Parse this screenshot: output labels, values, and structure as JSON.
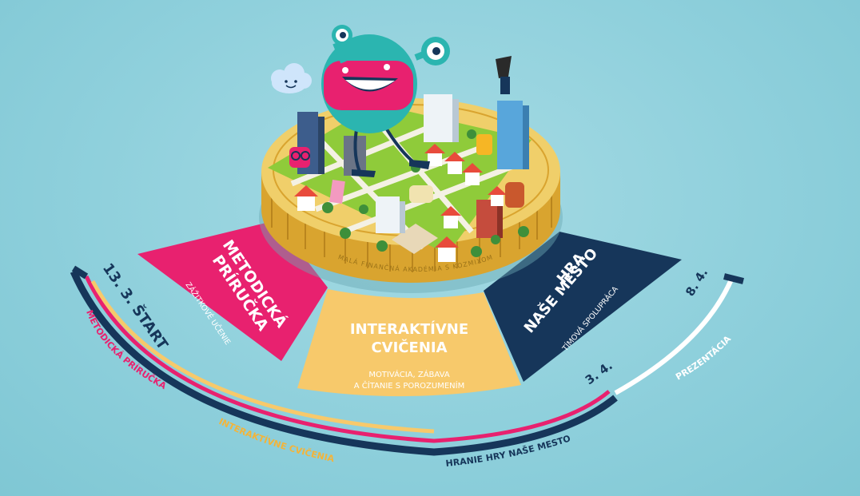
{
  "colors": {
    "background": "#92d1dc",
    "pink": "#e8216f",
    "yellow": "#f7c96b",
    "navy": "#16365a",
    "white": "#ffffff",
    "coin_gold": "#e9b93c",
    "coin_face": "#f0cf6a",
    "map_green": "#8fcb3a"
  },
  "coin": {
    "rim_text": "MALÁ FINANČNÁ AKADÉMIA S KOZMIXOM"
  },
  "segments": {
    "metodicka": {
      "title_line1": "METODICKÁ",
      "title_line2": "PRÍRUČKA",
      "subtitle": "ZÁŽITKOVÉ UČENIE"
    },
    "interaktivne": {
      "title_line1": "INTERAKTÍVNE",
      "title_line2": "CVIČENIA",
      "subtitle_line1": "MOTIVÁCIA, ZÁBAVA",
      "subtitle_line2": "A ČÍTANIE S POROZUMENÍM"
    },
    "hra": {
      "title_line1": "HRA",
      "title_line2": "NAŠE MESTO",
      "subtitle": "TÍMOVÁ SPOLUPRÁCA"
    }
  },
  "timeline": {
    "date_start": "13. 3. ŠTART",
    "date_mid": "3. 4.",
    "date_end": "8. 4.",
    "label_metodicka": "METODICKÁ PRÍRUČKA",
    "label_interaktivne": "INTERAKTÍVNE CVIČENIA",
    "label_hranie": "HRANIE HRY NAŠE MESTO",
    "label_prezentacia": "PREZENTÁCIA"
  },
  "icons": [
    "cloud-icon",
    "monster-mascot-icon",
    "city-map-icon",
    "building-icon",
    "house-icon",
    "tree-icon",
    "tourist-character-icon"
  ]
}
